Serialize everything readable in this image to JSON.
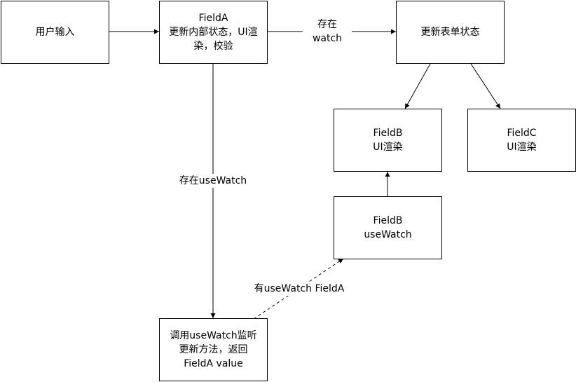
{
  "nodes": {
    "user_input": {
      "lines": [
        "用户输入"
      ]
    },
    "field_a": {
      "lines": [
        "FieldA",
        "更新内部状态，UI渲",
        "染，校验"
      ]
    },
    "update_form": {
      "lines": [
        "更新表单状态"
      ]
    },
    "field_b_render": {
      "lines": [
        "FieldB",
        "UI渲染"
      ]
    },
    "field_c_render": {
      "lines": [
        "FieldC",
        "UI渲染"
      ]
    },
    "field_b_usewatch": {
      "lines": [
        "FieldB",
        "useWatch"
      ]
    },
    "call_usewatch": {
      "lines": [
        "调用useWatch监听",
        "更新方法，返回",
        "FieldA value"
      ]
    }
  },
  "edges": {
    "exists_watch": {
      "lines": [
        "存在",
        "watch"
      ]
    },
    "exists_usewatch": {
      "lines": [
        "存在useWatch"
      ]
    },
    "has_usewatch_fielda": {
      "lines": [
        "有useWatch FieldA"
      ]
    }
  }
}
